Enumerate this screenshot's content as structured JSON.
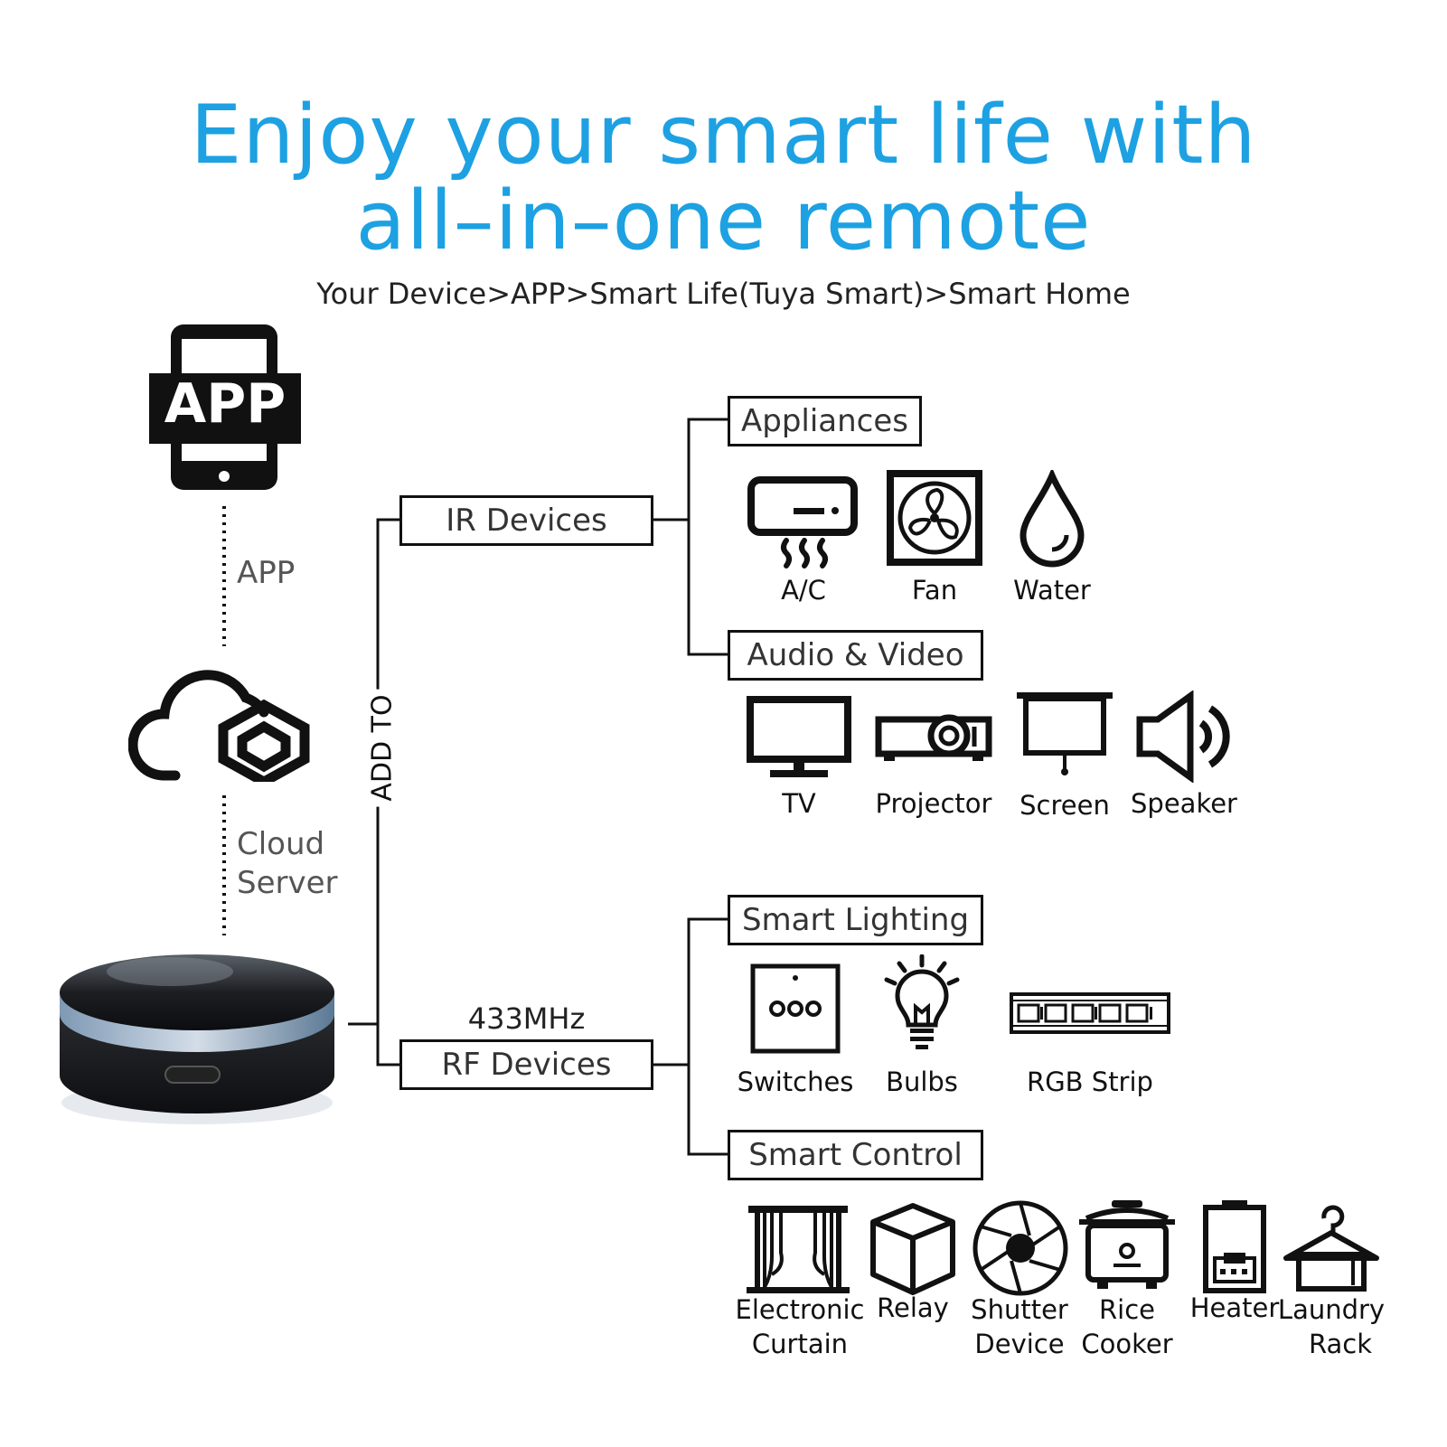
{
  "header": {
    "title_line1": "Enjoy your smart life with",
    "title_line2": "all–in–one remote",
    "subtitle": "Your Device>APP>Smart Life(Tuya Smart)>Smart Home",
    "accent_color": "#1da1e2"
  },
  "left": {
    "app_icon_text": "APP",
    "app_label": "APP",
    "cloud_label_line1": "Cloud",
    "cloud_label_line2": "Server",
    "add_to": "ADD TO",
    "hub_image": "ir-rf-hub"
  },
  "branches": {
    "ir": "IR Devices",
    "rf_freq": "433MHz",
    "rf": "RF Devices"
  },
  "categories": {
    "appliances": "Appliances",
    "audio_video": "Audio & Video",
    "smart_lighting": "Smart Lighting",
    "smart_control": "Smart Control"
  },
  "devices": {
    "ac": "A/C",
    "fan": "Fan",
    "water": "Water",
    "tv": "TV",
    "projector": "Projector",
    "screen": "Screen",
    "speaker": "Speaker",
    "switches": "Switches",
    "bulbs": "Bulbs",
    "rgb_strip": "RGB Strip",
    "curtain_line1": "Electronic",
    "curtain_line2": "Curtain",
    "relay": "Relay",
    "shutter_line1": "Shutter",
    "shutter_line2": "Device",
    "rice_line1": "Rice",
    "rice_line2": "Cooker",
    "heater": "Heater",
    "laundry_line1": "Laundry",
    "laundry_line2": "Rack"
  }
}
